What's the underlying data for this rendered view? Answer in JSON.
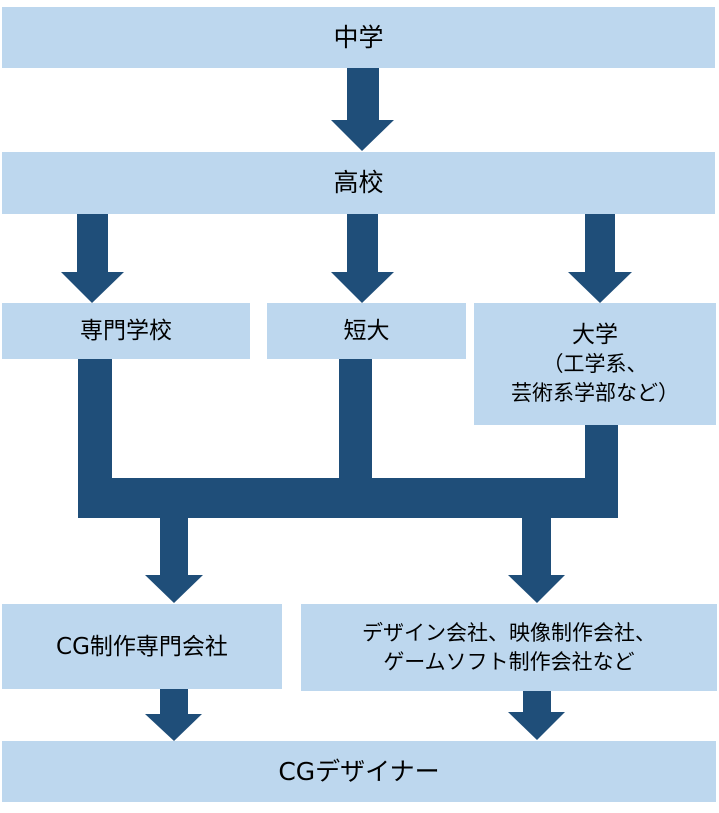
{
  "colors": {
    "box_fill": "#BDD7EE",
    "arrow_fill": "#1F4E79",
    "text": "#000000"
  },
  "nodes": {
    "junior_high": {
      "label": "中学"
    },
    "high_school": {
      "label": "高校"
    },
    "vocational_school": {
      "label": "専門学校"
    },
    "junior_college": {
      "label": "短大"
    },
    "university": {
      "label": "大学",
      "note_line1": "（工学系、",
      "note_line2": "芸術系学部など）"
    },
    "cg_company": {
      "label": "CG制作専門会社"
    },
    "other_companies": {
      "line1": "デザイン会社、映像制作会社、",
      "line2": "ゲームソフト制作会社など"
    },
    "cg_designer": {
      "label": "CGデザイナー"
    }
  },
  "edges": [
    {
      "from": "中学",
      "to": "高校"
    },
    {
      "from": "高校",
      "to": "専門学校"
    },
    {
      "from": "高校",
      "to": "短大"
    },
    {
      "from": "高校",
      "to": "大学"
    },
    {
      "from": [
        "専門学校",
        "短大",
        "大学"
      ],
      "to": "CG制作専門会社"
    },
    {
      "from": [
        "専門学校",
        "短大",
        "大学"
      ],
      "to": "デザイン会社、映像制作会社、ゲームソフト制作会社など"
    },
    {
      "from": "CG制作専門会社",
      "to": "CGデザイナー"
    },
    {
      "from": "デザイン会社、映像制作会社、ゲームソフト制作会社など",
      "to": "CGデザイナー"
    }
  ]
}
